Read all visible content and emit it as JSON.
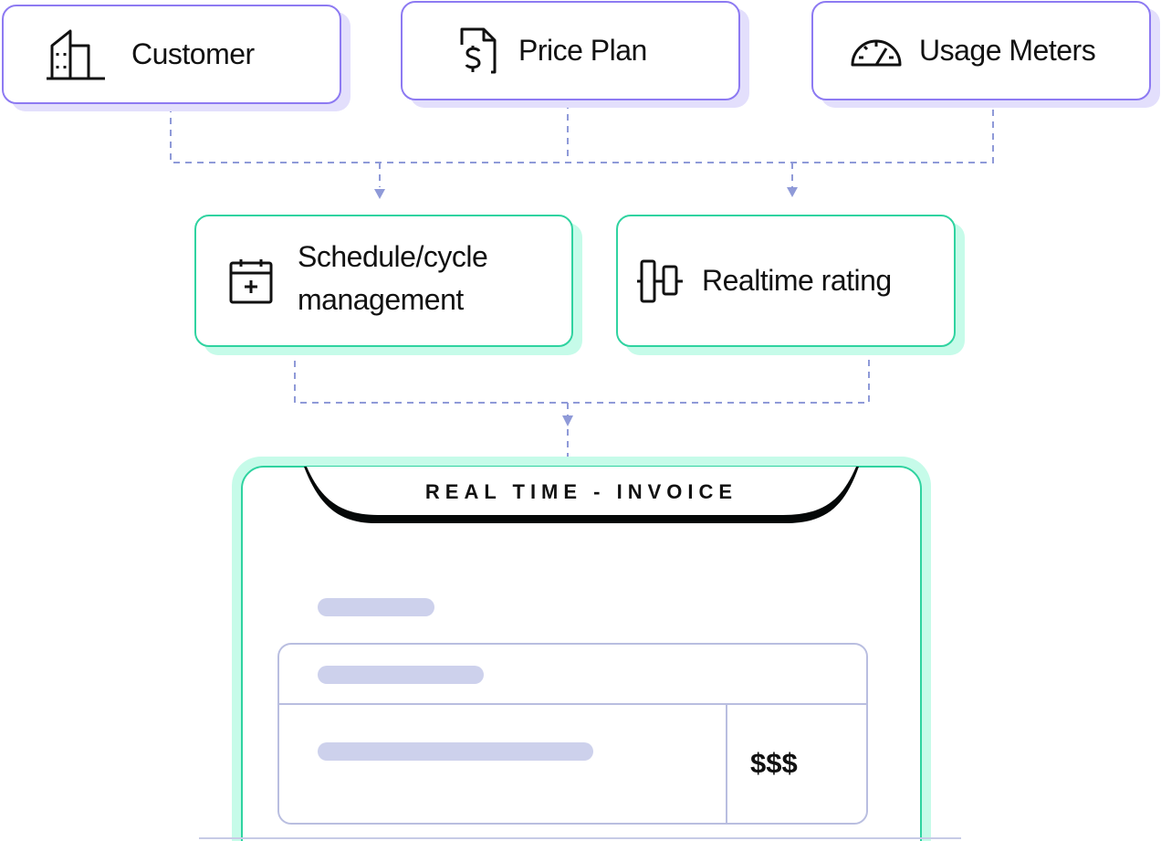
{
  "inputs": [
    {
      "label": "Customer",
      "icon": "building-icon"
    },
    {
      "label": "Price Plan",
      "icon": "dollar-document-icon"
    },
    {
      "label": "Usage Meters",
      "icon": "gauge-icon"
    }
  ],
  "processes": [
    {
      "label_line1": "Schedule/cycle",
      "label_line2": "management",
      "icon": "calendar-plus-icon"
    },
    {
      "label": "Realtime rating",
      "icon": "align-bars-icon"
    }
  ],
  "invoice": {
    "title": "REAL TIME - INVOICE",
    "amount": "$$$"
  },
  "colors": {
    "input_border": "#8d7af2",
    "input_shadow": "#e3dffc",
    "process_border": "#2fd3a0",
    "process_shadow": "#c6fbe9",
    "connector": "#8f9ad8",
    "placeholder_bar": "#cdd1ec"
  }
}
